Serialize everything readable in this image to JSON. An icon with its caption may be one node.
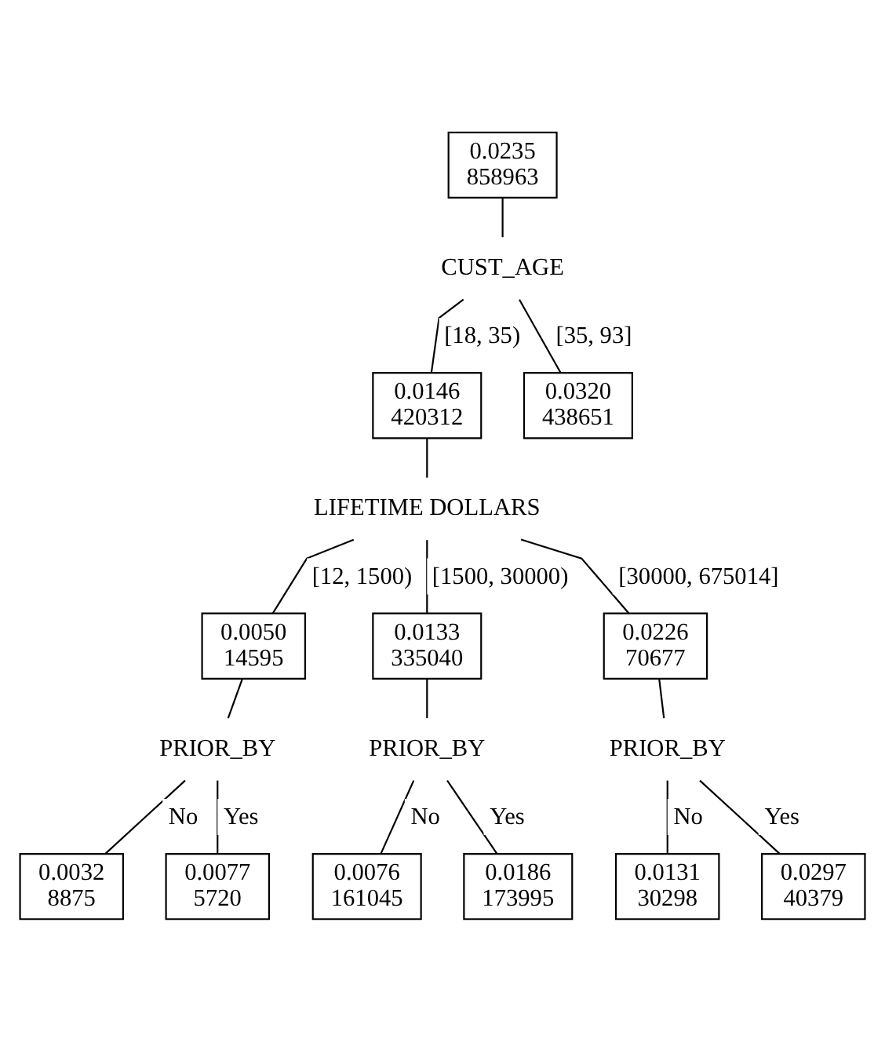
{
  "diagram": {
    "nodes": [
      {
        "text": [
          "0.0235",
          "858963"
        ]
      },
      {
        "text": [
          "CUST_AGE"
        ]
      },
      {
        "text": [
          "0.0146",
          "420312"
        ]
      },
      {
        "text": [
          "0.0320",
          "438651"
        ]
      },
      {
        "text": [
          "LIFETIME DOLLARS"
        ]
      },
      {
        "text": [
          "0.0050",
          "14595"
        ]
      },
      {
        "text": [
          "0.0133",
          "335040"
        ]
      },
      {
        "text": [
          "0.0226",
          "70677"
        ]
      },
      {
        "text": [
          "PRIOR_BY"
        ]
      },
      {
        "text": [
          "0.0032",
          "8875"
        ]
      },
      {
        "text": [
          "0.0077",
          "5720"
        ]
      },
      {
        "text": [
          "PRIOR_BY"
        ]
      },
      {
        "text": [
          "0.0076",
          "161045"
        ]
      },
      {
        "text": [
          "0.0186",
          "173995"
        ]
      },
      {
        "text": [
          "PRIOR_BY"
        ]
      },
      {
        "text": [
          "0.0131",
          "30298"
        ]
      },
      {
        "text": [
          "0.0297",
          "40379"
        ]
      }
    ],
    "edges": [
      {
        "from": 0,
        "to": 1,
        "arrow": "none"
      },
      {
        "from": 1,
        "to": 2,
        "arrow": "none",
        "label": "[18, 35)"
      },
      {
        "from": 1,
        "to": 3,
        "arrow": "none",
        "label": "[35, 93]"
      },
      {
        "from": 2,
        "to": 4,
        "arrow": "none"
      },
      {
        "from": 4,
        "to": 5,
        "arrow": "none",
        "label": "[12, 1500)"
      },
      {
        "from": 4,
        "to": 6,
        "arrow": "none",
        "label": "[1500, 30000)"
      },
      {
        "from": 4,
        "to": 7,
        "arrow": "none",
        "label": "[30000, 675014]"
      },
      {
        "from": 5,
        "to": 8,
        "arrow": "none"
      },
      {
        "from": 8,
        "to": 9,
        "arrow": "none",
        "label": "No"
      },
      {
        "from": 8,
        "to": 10,
        "arrow": "none",
        "label": "Yes"
      },
      {
        "from": 6,
        "to": 11,
        "arrow": "none"
      },
      {
        "from": 11,
        "to": 12,
        "arrow": "none",
        "label": "No"
      },
      {
        "from": 11,
        "to": 13,
        "arrow": "none",
        "label": "Yes"
      },
      {
        "from": 7,
        "to": 14,
        "arrow": "none"
      },
      {
        "from": 14,
        "to": 15,
        "arrow": "none",
        "label": "No"
      },
      {
        "from": 14,
        "to": 16,
        "arrow": "none",
        "label": "Yes"
      }
    ]
  }
}
